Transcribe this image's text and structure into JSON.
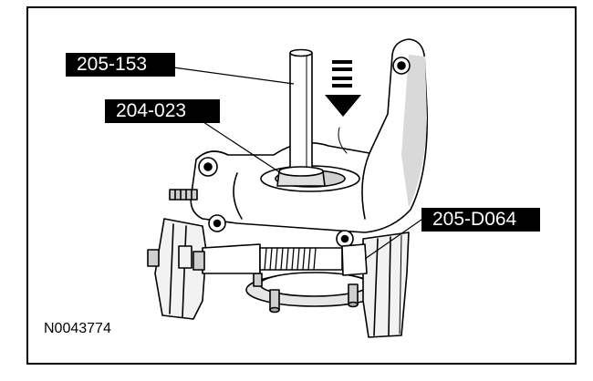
{
  "callouts": {
    "tool_205_153": "205-153",
    "tool_204_023": "204-023",
    "tool_205_d064": "205-D064"
  },
  "figure_id": "N0043774",
  "colors": {
    "ink": "#000000",
    "paper": "#ffffff",
    "shade": "#d9d9d9"
  }
}
